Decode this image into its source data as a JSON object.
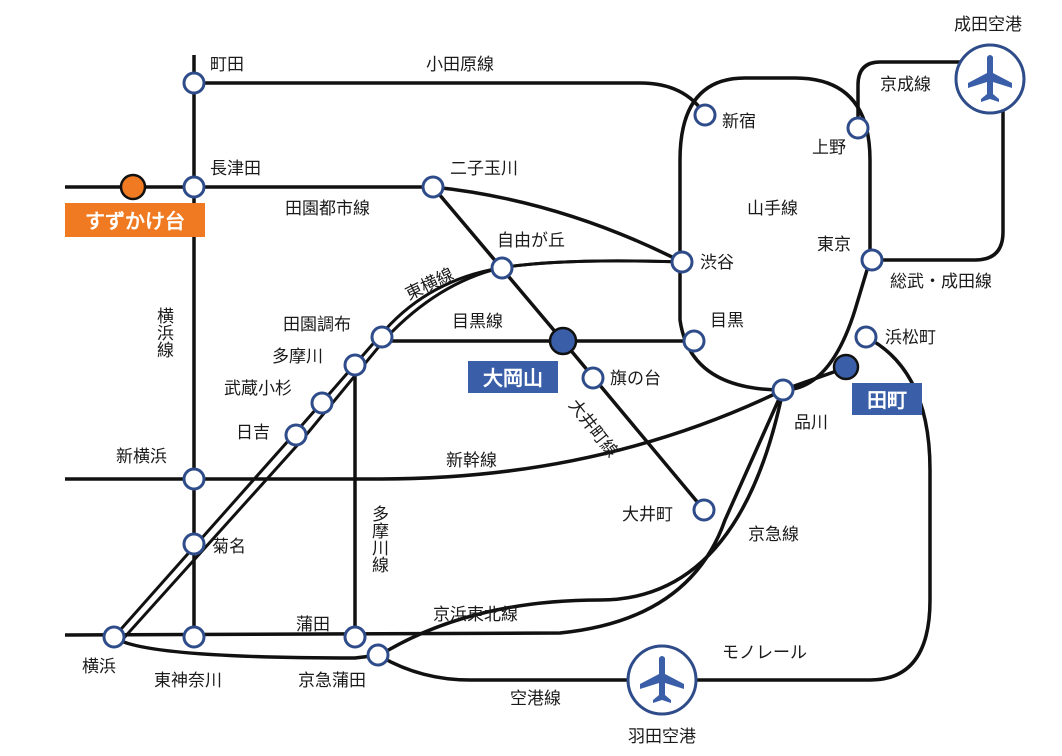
{
  "stations": {
    "machida": "町田",
    "nagatsuta": "長津田",
    "suzukakedai": "すずかけ台",
    "futakotamagawa": "二子玉川",
    "jiyugaoka": "自由が丘",
    "denenchofu": "田園調布",
    "tamagawa": "多摩川",
    "musashikosugi": "武蔵小杉",
    "hiyoshi": "日吉",
    "shinyokohama": "新横浜",
    "kikuna": "菊名",
    "yokohama": "横浜",
    "higashikanagawa": "東神奈川",
    "kamata": "蒲田",
    "keikyukamata": "京急蒲田",
    "ookayama": "大岡山",
    "hatanodai": "旗の台",
    "oimachi": "大井町",
    "shinjuku": "新宿",
    "shibuya": "渋谷",
    "meguro": "目黒",
    "shinagawa": "品川",
    "tamachi": "田町",
    "hamamatsucho": "浜松町",
    "tokyo": "東京",
    "ueno": "上野",
    "narita_airport": "成田空港",
    "haneda_airport": "羽田空港"
  },
  "lines": {
    "odakyu": "小田原線",
    "denentoshi": "田園都市線",
    "toyoko": "東横線",
    "meguro": "目黒線",
    "oimachi": "大井町線",
    "yamanote": "山手線",
    "keisei": "京成線",
    "sobu_narita": "総武・成田線",
    "yokohama": "横浜線",
    "tamagawa": "多摩川線",
    "shinkansen": "新幹線",
    "keihintohoku": "京浜東北線",
    "keikyu": "京急線",
    "monorail": "モノレール",
    "kuko": "空港線"
  },
  "colors": {
    "line": "#111111",
    "station_ring": "#2f4c8a",
    "key_station": "#3a5fa8",
    "home_station": "#ef7a22",
    "airport_icon": "#3a5fa8"
  },
  "icons": {
    "narita": "airplane-icon",
    "haneda": "airplane-icon"
  }
}
